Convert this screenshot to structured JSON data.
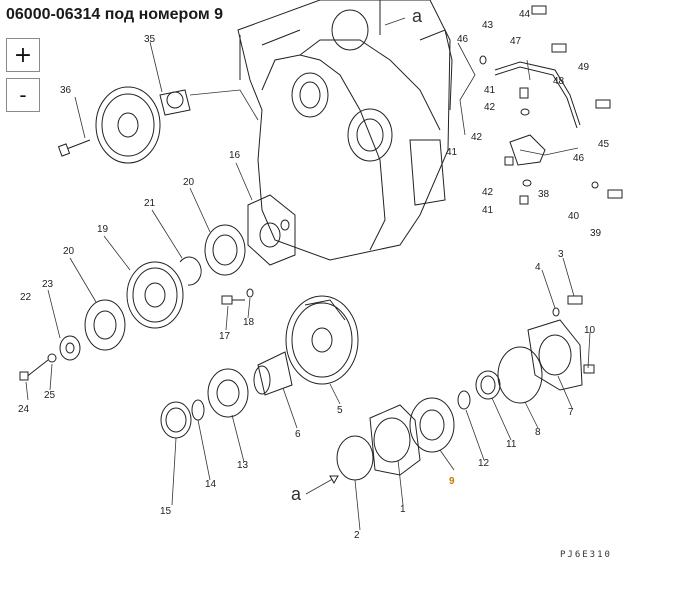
{
  "header": {
    "title": "06000-06314 под номером 9"
  },
  "controls": {
    "zoom_in": "+",
    "zoom_out": "-"
  },
  "diagram": {
    "highlighted_part": "9",
    "code": "PJ6E310",
    "arrow_marks": [
      "a",
      "a"
    ],
    "labels": [
      "36",
      "35",
      "16",
      "20",
      "21",
      "19",
      "20",
      "23",
      "22",
      "24",
      "25",
      "17",
      "18",
      "5",
      "6",
      "13",
      "14",
      "15",
      "2",
      "1",
      "9",
      "12",
      "11",
      "8",
      "7",
      "4",
      "3",
      "10",
      "43",
      "44",
      "46",
      "47",
      "49",
      "48",
      "41",
      "42",
      "42",
      "45",
      "46",
      "41",
      "38",
      "42",
      "41",
      "40",
      "39"
    ]
  },
  "colors": {
    "highlight": "#c87a00",
    "line": "#222222"
  }
}
